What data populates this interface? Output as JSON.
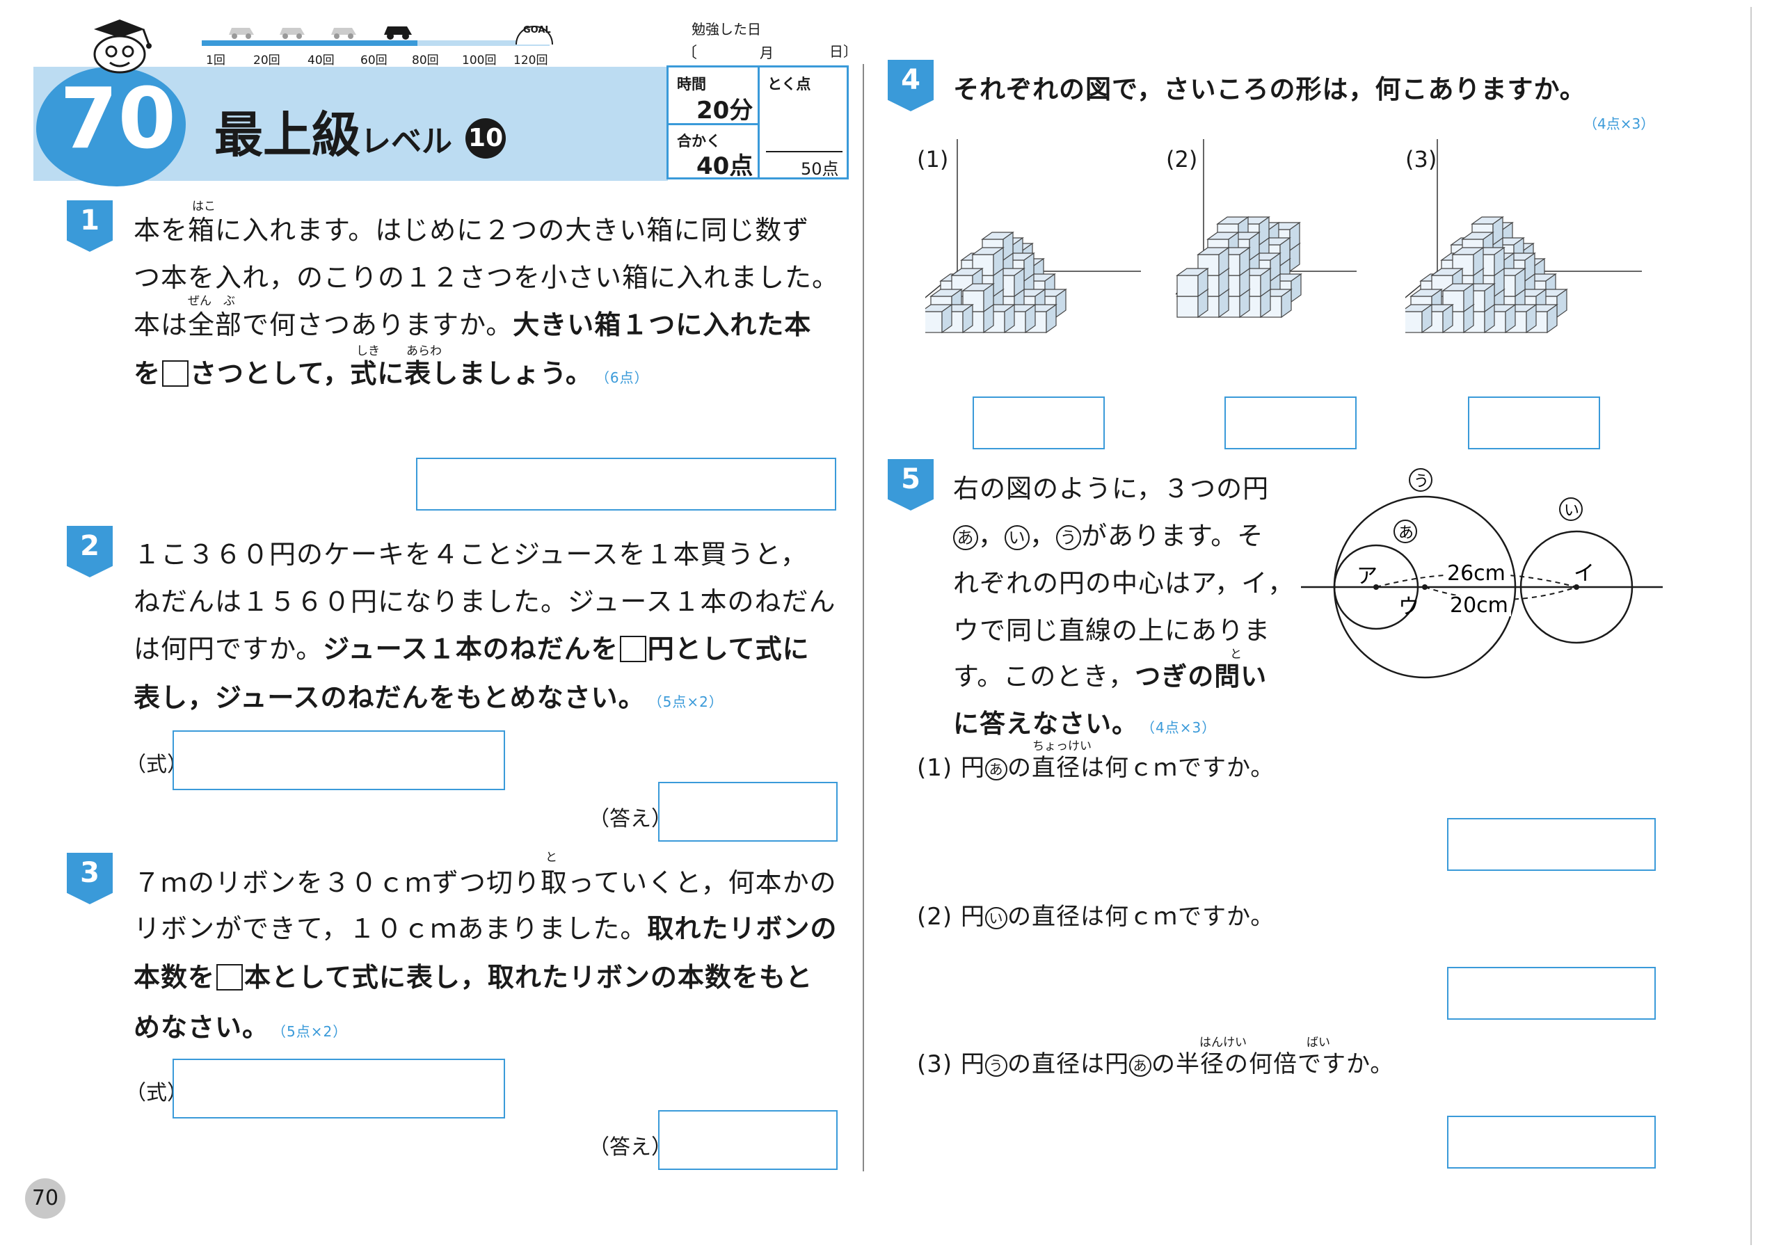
{
  "header": {
    "unit_number": "70",
    "title": "最上級",
    "title_small": "レベル",
    "level_number": "10",
    "progress_labels": [
      "1回",
      "20回",
      "40回",
      "60回",
      "80回",
      "100回",
      "120回"
    ],
    "goal_label": "GOAL",
    "study_date_label": "勉強した日",
    "study_date_bracket_open": "〔",
    "study_date_month": "月",
    "study_date_day": "日〕",
    "time_label": "時間",
    "time_value": "20分",
    "pass_label": "合かく",
    "pass_value": "40点",
    "score_label": "とく点",
    "total_score": "50点"
  },
  "q1": {
    "number": "1",
    "line1": "本を箱に入れます。はじめに２つの大きい箱に同じ数ず",
    "line2": "つ本を入れ，のこりの１２さつを小さい箱に入れました。",
    "line3_a": "本は全部で何さつありますか。",
    "line3_b": "大きい箱１つに入れた本",
    "line4_a": "を",
    "line4_b": "さつとして，式に表しましょう。",
    "points": "（6点）",
    "ruby_hako": "はこ",
    "ruby_zenbu": "ぜん　ぶ",
    "ruby_shiki": "しき",
    "ruby_arawa": "あらわ"
  },
  "q2": {
    "number": "2",
    "line1": "１こ３６０円のケーキを４ことジュースを１本買うと，",
    "line2": "ねだんは１５６０円になりました。ジュース１本のねだん",
    "line3_a": "は何円ですか。",
    "line3_b": "ジュース１本のねだんを",
    "line3_c": "円として式に",
    "line4": "表し，ジュースのねだんをもとめなさい。",
    "points": "（5点×2）",
    "shiki_label": "（式）",
    "kotae_label": "（答え）"
  },
  "q3": {
    "number": "3",
    "line1": "７ｍのリボンを３０ｃｍずつ切り取っていくと，何本かの",
    "line2_a": "リボンができて，１０ｃｍあまりました。",
    "line2_b": "取れたリボンの",
    "line3_a": "本数を",
    "line3_b": "本として式に表し，取れたリボンの本数をもと",
    "line4": "めなさい。",
    "points": "（5点×2）",
    "ruby_to": "と",
    "shiki_label": "（式）",
    "kotae_label": "（答え）"
  },
  "q4": {
    "number": "4",
    "text": "それぞれの図で，さいころの形は，何こありますか。",
    "points": "（4点×3）",
    "labels": [
      "(1)",
      "(2)",
      "(3)"
    ]
  },
  "q5": {
    "number": "5",
    "line1": "右の図のように，３つの円",
    "line2_a": "あ",
    "line2_b": "い",
    "line2_c": "う",
    "line2_d": "があります。そ",
    "line3": "れぞれの円の中心はア，イ，",
    "line4": "ウで同じ直線の上にありま",
    "line5_a": "す。このとき，",
    "line5_b": "つぎの問い",
    "line6": "に答えなさい。",
    "points": "（4点×3）",
    "ruby_to": "と",
    "sub1_num": "(1)",
    "sub1_a": "円",
    "sub1_b": "の直径は何ｃｍですか。",
    "ruby_chokkei": "ちょっけい",
    "sub2_num": "(2)",
    "sub2_a": "円",
    "sub2_b": "の直径は何ｃｍですか。",
    "sub3_num": "(3)",
    "sub3_a": "円",
    "sub3_b": "の直径は円",
    "sub3_c": "の半径の何倍ですか。",
    "ruby_hankei": "はんけい",
    "ruby_bai": "ばい",
    "fig_a": "あ",
    "fig_i": "い",
    "fig_u": "う",
    "fig_A": "ア",
    "fig_I": "イ",
    "fig_U": "ウ",
    "fig_26": "26cm",
    "fig_20": "20cm"
  },
  "footer": {
    "page_number": "70"
  },
  "colors": {
    "accent": "#3a9ad9",
    "header_band": "#bcdcf2"
  }
}
